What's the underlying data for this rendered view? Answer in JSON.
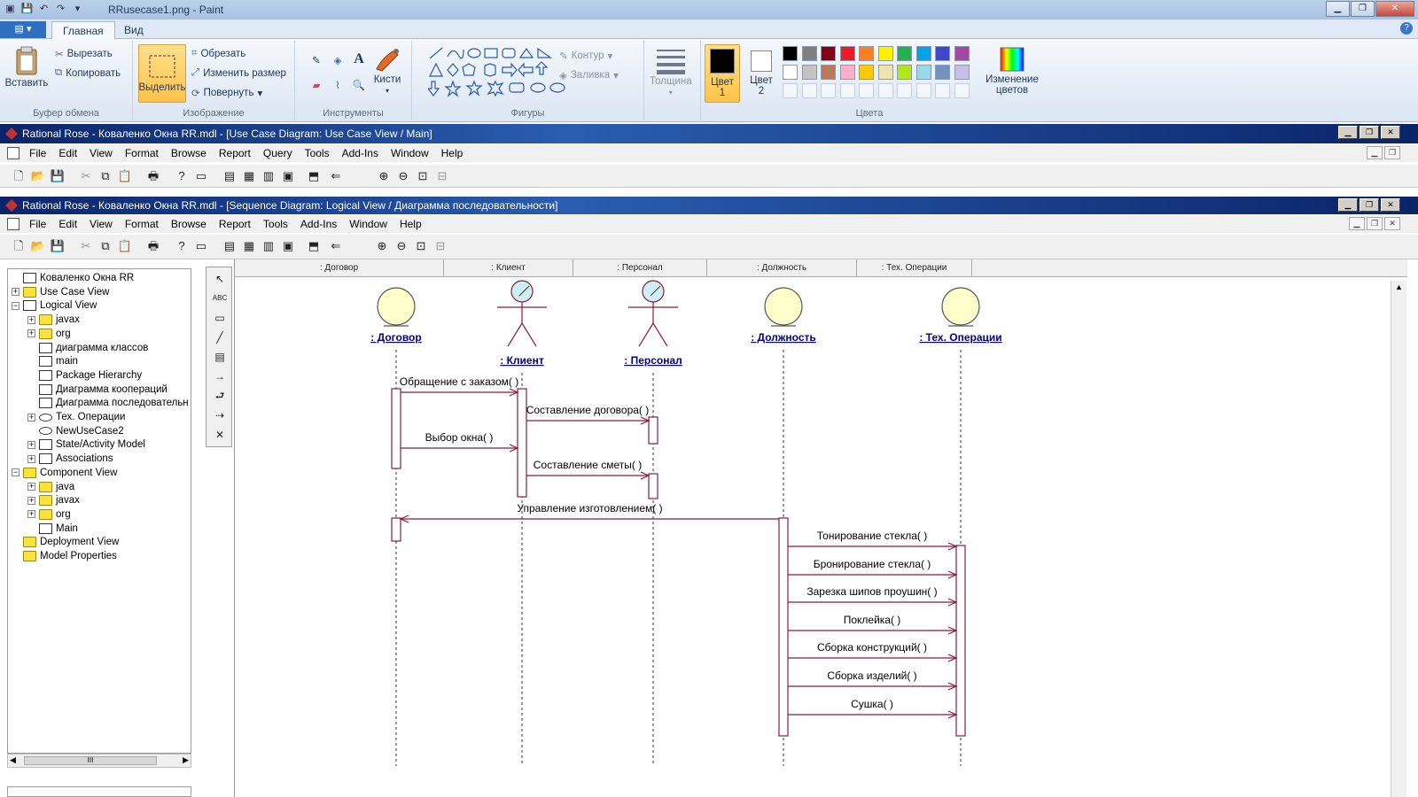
{
  "paint": {
    "title": "RRusecase1.png - Paint",
    "tabs": [
      "Главная",
      "Вид"
    ],
    "clipboard": {
      "paste": "Вставить",
      "cut": "Вырезать",
      "copy": "Копировать",
      "group": "Буфер обмена"
    },
    "image": {
      "select": "Выделить",
      "crop": "Обрезать",
      "resize": "Изменить размер",
      "rotate": "Повернуть",
      "group": "Изображение"
    },
    "tools": {
      "group": "Инструменты",
      "brushes": "Кисти"
    },
    "shapes": {
      "outline": "Контур",
      "fill": "Заливка",
      "group": "Фигуры"
    },
    "size": {
      "label": "Толщина"
    },
    "colors": {
      "color1": "Цвет 1",
      "color2": "Цвет 2",
      "edit": "Изменение цветов",
      "group": "Цвета",
      "row1": [
        "#000000",
        "#7f7f7f",
        "#880015",
        "#ed1c24",
        "#ff7f27",
        "#fff200",
        "#22b14c",
        "#00a2e8",
        "#3f48cc",
        "#a349a4"
      ],
      "row2": [
        "#ffffff",
        "#c3c3c3",
        "#b97a57",
        "#ffaec9",
        "#ffc90e",
        "#efe4b0",
        "#b5e61d",
        "#99d9ea",
        "#7092be",
        "#c8bfe7"
      ]
    }
  },
  "rose1": {
    "title": "Rational Rose - Коваленко Окна RR.mdl - [Use Case Diagram: Use Case View / Main]",
    "menu": [
      "File",
      "Edit",
      "View",
      "Format",
      "Browse",
      "Report",
      "Query",
      "Tools",
      "Add-Ins",
      "Window",
      "Help"
    ]
  },
  "rose2": {
    "title": "Rational Rose - Коваленко Окна RR.mdl - [Sequence Diagram: Logical View / Диаграмма последовательности]",
    "menu": [
      "File",
      "Edit",
      "View",
      "Format",
      "Browse",
      "Report",
      "Tools",
      "Add-Ins",
      "Window",
      "Help"
    ]
  },
  "browser": {
    "items": [
      {
        "label": "Коваленко Окна RR",
        "level": 0,
        "exp": "",
        "icon": "diag"
      },
      {
        "label": "Use Case View",
        "level": 0,
        "exp": "+",
        "icon": "folder"
      },
      {
        "label": "Logical View",
        "level": 0,
        "exp": "−",
        "icon": "diag"
      },
      {
        "label": "javax",
        "level": 1,
        "exp": "+",
        "icon": "folder"
      },
      {
        "label": "org",
        "level": 1,
        "exp": "+",
        "icon": "folder"
      },
      {
        "label": "диаграмма классов",
        "level": 1,
        "exp": "",
        "icon": "diag"
      },
      {
        "label": "main",
        "level": 1,
        "exp": "",
        "icon": "diag"
      },
      {
        "label": "Package Hierarchy",
        "level": 1,
        "exp": "",
        "icon": "diag"
      },
      {
        "label": "Диаграмма коопераций",
        "level": 1,
        "exp": "",
        "icon": "diag"
      },
      {
        "label": "Диаграмма последовательн",
        "level": 1,
        "exp": "",
        "icon": "diag"
      },
      {
        "label": "Тех. Операции",
        "level": 1,
        "exp": "+",
        "icon": "usecase"
      },
      {
        "label": "NewUseCase2",
        "level": 1,
        "exp": "",
        "icon": "usecase"
      },
      {
        "label": "State/Activity Model",
        "level": 1,
        "exp": "+",
        "icon": "diag"
      },
      {
        "label": "Associations",
        "level": 1,
        "exp": "+",
        "icon": "diag"
      },
      {
        "label": "Component View",
        "level": 0,
        "exp": "−",
        "icon": "folder"
      },
      {
        "label": "java",
        "level": 1,
        "exp": "+",
        "icon": "folder"
      },
      {
        "label": "javax",
        "level": 1,
        "exp": "+",
        "icon": "folder"
      },
      {
        "label": "org",
        "level": 1,
        "exp": "+",
        "icon": "folder"
      },
      {
        "label": "Main",
        "level": 1,
        "exp": "",
        "icon": "diag"
      },
      {
        "label": "Deployment View",
        "level": 0,
        "exp": "",
        "icon": "folder"
      },
      {
        "label": "Model Properties",
        "level": 0,
        "exp": "",
        "icon": "folder"
      }
    ],
    "scroll_glyph": "III"
  },
  "palette": {
    "text_tool": "ABC"
  },
  "diagram": {
    "headers": [
      ": Договор",
      ": Клиент",
      ": Персонал",
      ": Должность",
      ": Тех. Операции"
    ],
    "objects": [
      {
        "name": ": Договор",
        "kind": "entity"
      },
      {
        "name": ": Клиент",
        "kind": "actor"
      },
      {
        "name": ": Персонал",
        "kind": "actor"
      },
      {
        "name": ": Должность",
        "kind": "entity"
      },
      {
        "name": ": Тех. Операции",
        "kind": "entity"
      }
    ],
    "messages": [
      {
        "label": "Обращение с заказом( )",
        "from": 0,
        "to": 1
      },
      {
        "label": "Составление договора( )",
        "from": 1,
        "to": 2
      },
      {
        "label": "Выбор окна( )",
        "from": 0,
        "to": 1
      },
      {
        "label": "Составление сметы( )",
        "from": 1,
        "to": 2
      },
      {
        "label": "Управление изготовлением( )",
        "from": 3,
        "to": 0
      },
      {
        "label": "Тонирование стекла( )",
        "from": 3,
        "to": 4
      },
      {
        "label": "Бронирование стекла( )",
        "from": 3,
        "to": 4
      },
      {
        "label": "Зарезка шипов проушин( )",
        "from": 3,
        "to": 4
      },
      {
        "label": "Поклейка( )",
        "from": 3,
        "to": 4
      },
      {
        "label": "Сборка конструкций( )",
        "from": 3,
        "to": 4
      },
      {
        "label": "Сборка изделий( )",
        "from": 3,
        "to": 4
      },
      {
        "label": "Сушка( )",
        "from": 3,
        "to": 4
      }
    ]
  }
}
